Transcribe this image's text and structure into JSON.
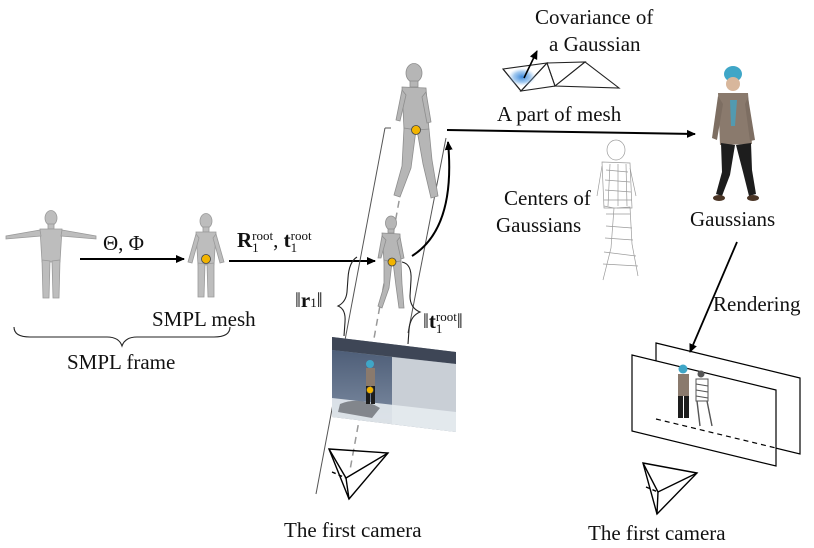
{
  "labels": {
    "smpl_frame": "SMPL frame",
    "smpl_mesh": "SMPL mesh",
    "theta_phi": "Θ, Φ",
    "rot_letter": "R",
    "trans_letter": "t",
    "sub_1": "1",
    "sup_root": "root",
    "norm_r": "r",
    "norm_open": "‖",
    "norm_close": "‖",
    "cov_line1": "Covariance of",
    "cov_line2": "a Gaussian",
    "part_of_mesh": "A part of mesh",
    "centers_line1": "Centers of",
    "centers_line2": "Gaussians",
    "gaussians": "Gaussians",
    "rendering": "Rendering",
    "first_camera_left": "The first camera",
    "first_camera_right": "The first camera"
  },
  "colors": {
    "mesh_gray": "#b9b9b9",
    "mesh_dark": "#8e8e8e",
    "joint_orange": "#f2b400",
    "gaussian_blue": "#2f7fd6",
    "hat_blue": "#3fa6c7",
    "shirt_brown": "#8a7a6d",
    "pants_black": "#1d1d1d",
    "photo_sky": "#5c6f8a",
    "photo_building": "#8a929b"
  },
  "icons": [
    "smpl-tpose-figure",
    "smpl-mesh-figure",
    "posed-mesh-figure",
    "camera-frustum-icon",
    "gaussian-ellipse-icon",
    "point-cloud-figure",
    "gaussian-person-figure",
    "image-plane-icon"
  ]
}
